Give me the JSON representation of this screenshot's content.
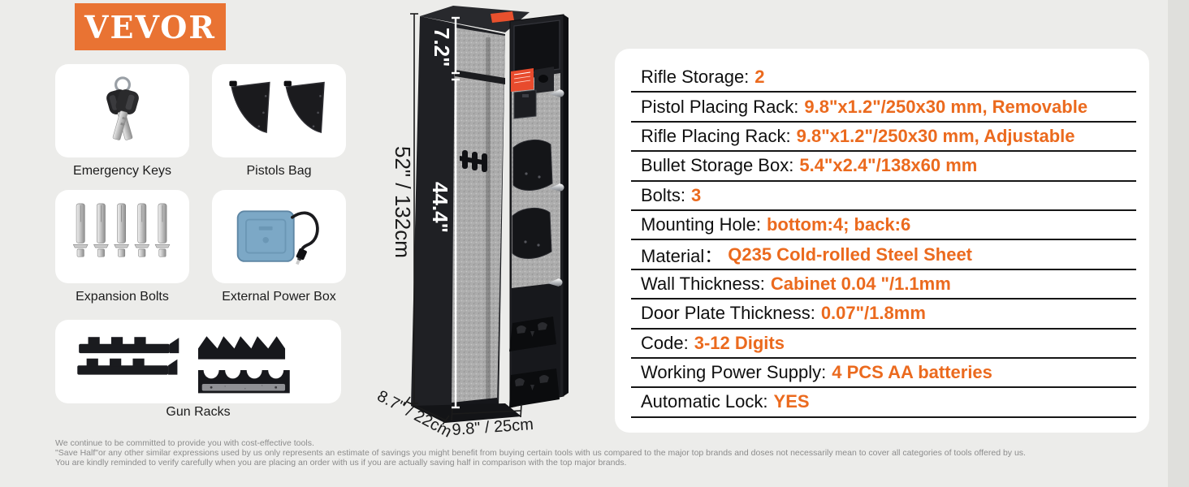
{
  "brand": {
    "logo_text": "VEVOR"
  },
  "accessories": [
    {
      "name": "Emergency Keys",
      "icon": "keys-icon"
    },
    {
      "name": "Pistols Bag",
      "icon": "pistol-bags-icon"
    },
    {
      "name": "Expansion Bolts",
      "icon": "expansion-bolts-icon"
    },
    {
      "name": "External Power Box",
      "icon": "power-box-icon"
    },
    {
      "name": "Gun Racks",
      "icon": "gun-racks-icon"
    }
  ],
  "safe": {
    "dimensions": {
      "top_inner": "7.2\"",
      "overall": "52\" / 132cm",
      "inner": "44.4\"",
      "depth": "8.7\" / 22cm",
      "width": "9.8\" / 25cm"
    }
  },
  "spec_panel": {
    "rows": [
      {
        "label": "Rifle Storage:",
        "value": "2"
      },
      {
        "label": "Pistol Placing Rack:",
        "value": "9.8\"x1.2\"/250x30 mm, Removable"
      },
      {
        "label": "Rifle Placing Rack:",
        "value": "9.8\"x1.2\"/250x30 mm, Adjustable"
      },
      {
        "label": "Bullet Storage Box:",
        "value": "5.4\"x2.4\"/138x60 mm"
      },
      {
        "label": "Bolts:",
        "value": "3"
      },
      {
        "label": "Mounting Hole:",
        "value": "bottom:4; back:6"
      },
      {
        "label": "Material：",
        "value": "Q235 Cold-rolled Steel Sheet"
      },
      {
        "label": "Wall Thickness:",
        "value": "Cabinet 0.04 \"/1.1mm"
      },
      {
        "label": "Door Plate Thickness:",
        "value": "0.07\"/1.8mm"
      },
      {
        "label": "Code:",
        "value": "3-12 Digits"
      },
      {
        "label": "Working Power Supply:",
        "value": "4 PCS AA batteries"
      },
      {
        "label": "Automatic Lock:",
        "value": "YES"
      }
    ]
  },
  "disclaimer": {
    "lines": [
      "We continue to be committed to provide you with cost-effective tools.",
      "\"Save Half\"or any other similar expressions used by us only represents an estimate of savings you might benefit from buying certain tools with us compared to the major top brands and doses not necessarily mean to cover all categories of tools offered by us.",
      "You are kindly reminded to verify carefully when you are placing an order with us if you are actually saving half in comparison with the top major brands."
    ]
  },
  "colors": {
    "accent_orange": "#EB6A1E",
    "logo_orange": "#E97333",
    "power_box_blue": "#7CA8C6",
    "background": "#ECECEA"
  }
}
